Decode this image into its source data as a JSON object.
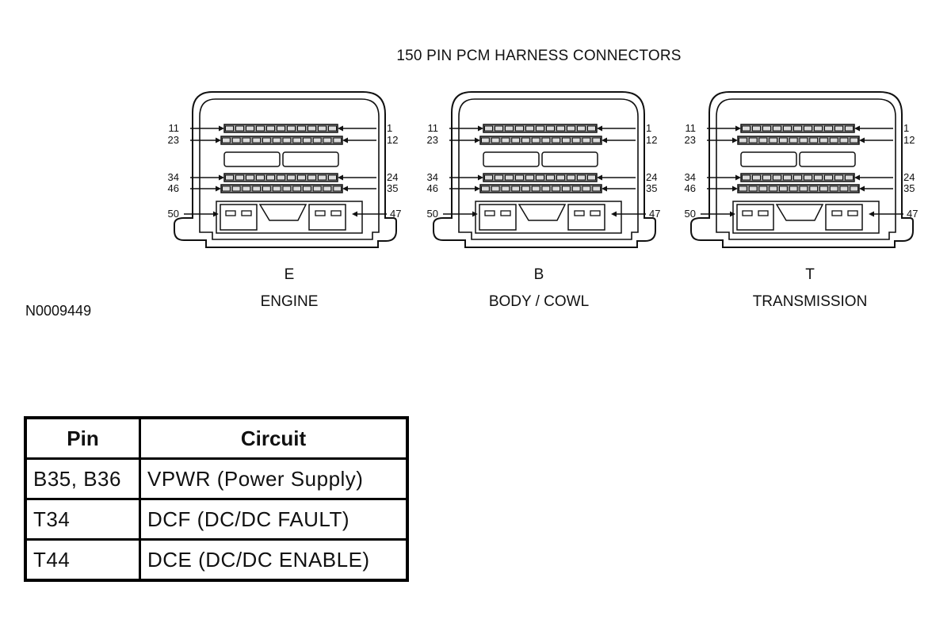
{
  "diagram": {
    "title": "150 PIN PCM HARNESS CONNECTORS",
    "figure_id": "N0009449",
    "connectors": [
      {
        "letter": "E",
        "name": "ENGINE"
      },
      {
        "letter": "B",
        "name": "BODY / COWL"
      },
      {
        "letter": "T",
        "name": "TRANSMISSION"
      }
    ],
    "pin_labels": {
      "row1_left": "11",
      "row1_right": "1",
      "row2_left": "23",
      "row2_right": "12",
      "row3_left": "34",
      "row3_right": "24",
      "row4_left": "46",
      "row4_right": "35",
      "bottom_left": "50",
      "bottom_right": "47"
    }
  },
  "table": {
    "headers": {
      "pin": "Pin",
      "circuit": "Circuit"
    },
    "rows": [
      {
        "pin": "B35, B36",
        "circuit": "VPWR (Power Supply)"
      },
      {
        "pin": "T34",
        "circuit": "DCF (DC/DC FAULT)"
      },
      {
        "pin": "T44",
        "circuit": "DCE (DC/DC ENABLE)"
      }
    ]
  }
}
